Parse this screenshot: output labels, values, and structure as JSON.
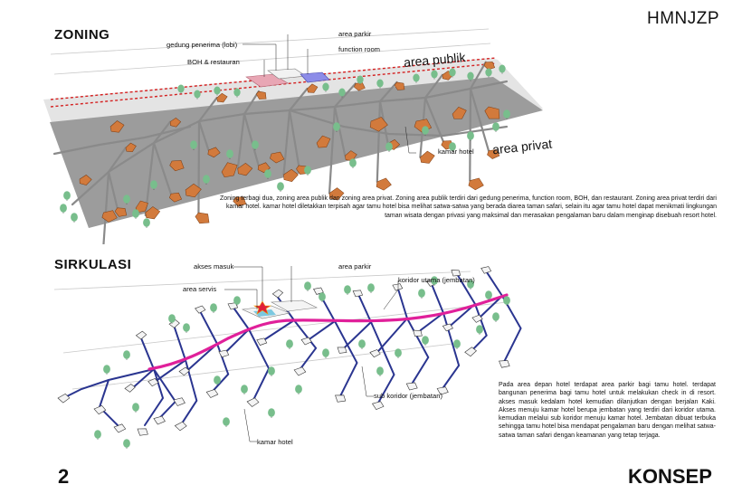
{
  "header": {
    "code": "HMNJZP"
  },
  "zoning": {
    "heading": "ZONING",
    "labels": {
      "area_parkir": "area parkir",
      "gedung": "gedung penerima (lobi)",
      "function_room": "function room",
      "boh": "BOH & restauran",
      "area_publik": "area publik",
      "kamar_hotel": "kamar hotel",
      "area_privat": "area privat"
    },
    "paragraph": "Zoning terbagi dua, zoning area publik dan zoning area privat. Zoning area publik terdiri dari gedung penerima, function room, BOH, dan restaurant. Zoning area privat terdiri dari kamar hotel. kamar hotel diletakkan terpisah agar tamu hotel bisa melihat satwa-satwa yang berada diarea taman safari, selain itu agar tamu hotel dapat menikmati lingkungan taman wisata dengan privasi yang maksimal dan merasakan pengalaman baru dalam menginap disebuah resort hotel."
  },
  "sirkulasi": {
    "heading": "SIRKULASI",
    "labels": {
      "akses_masuk": "akses masuk",
      "area_parkir": "area parkir",
      "area_servis": "area servis",
      "koridor_utama": "koridor utama (jembatan)",
      "sub_koridor": "sub koridor (jembatan)",
      "kamar_hotel": "kamar hotel"
    },
    "paragraph": "Pada area depan hotel terdapat area parkir bagi tamu hotel. terdapat bangunan penerima bagi tamu hotel untuk melakukan check in di resort. akses masuk kedalam hotel kemudian dilanjutkan dengan berjalan Kaki. Akses menuju kamar hotel berupa jembatan yang terdiri dari koridor utama. kemudian melalui sub koridor menuju kamar hotel. Jembatan dibuat terbuka sehingga tamu hotel bisa mendapat pengalaman baru dengan melihat satwa-satwa taman safari dengan keamanan yang tetap terjaga."
  },
  "footer": {
    "page_number": "2",
    "section": "KONSEP"
  },
  "colors": {
    "ground_public": "#e4e4e4",
    "ground_private": "#9c9c9c",
    "zone_line": "#d42020",
    "room_orange": "#d27a3c",
    "tree_green": "#78be8c",
    "main_corridor": "#e0209a",
    "sub_corridor": "#2a3590",
    "room_white": "#f4f4f4",
    "lobby_pink": "#e8a6b4",
    "function_blue": "#8c8ce8",
    "walkway_grey": "#8a8a8a"
  },
  "icons": [
    "tree-icon",
    "hotel-room-icon",
    "entrance-star-icon"
  ]
}
